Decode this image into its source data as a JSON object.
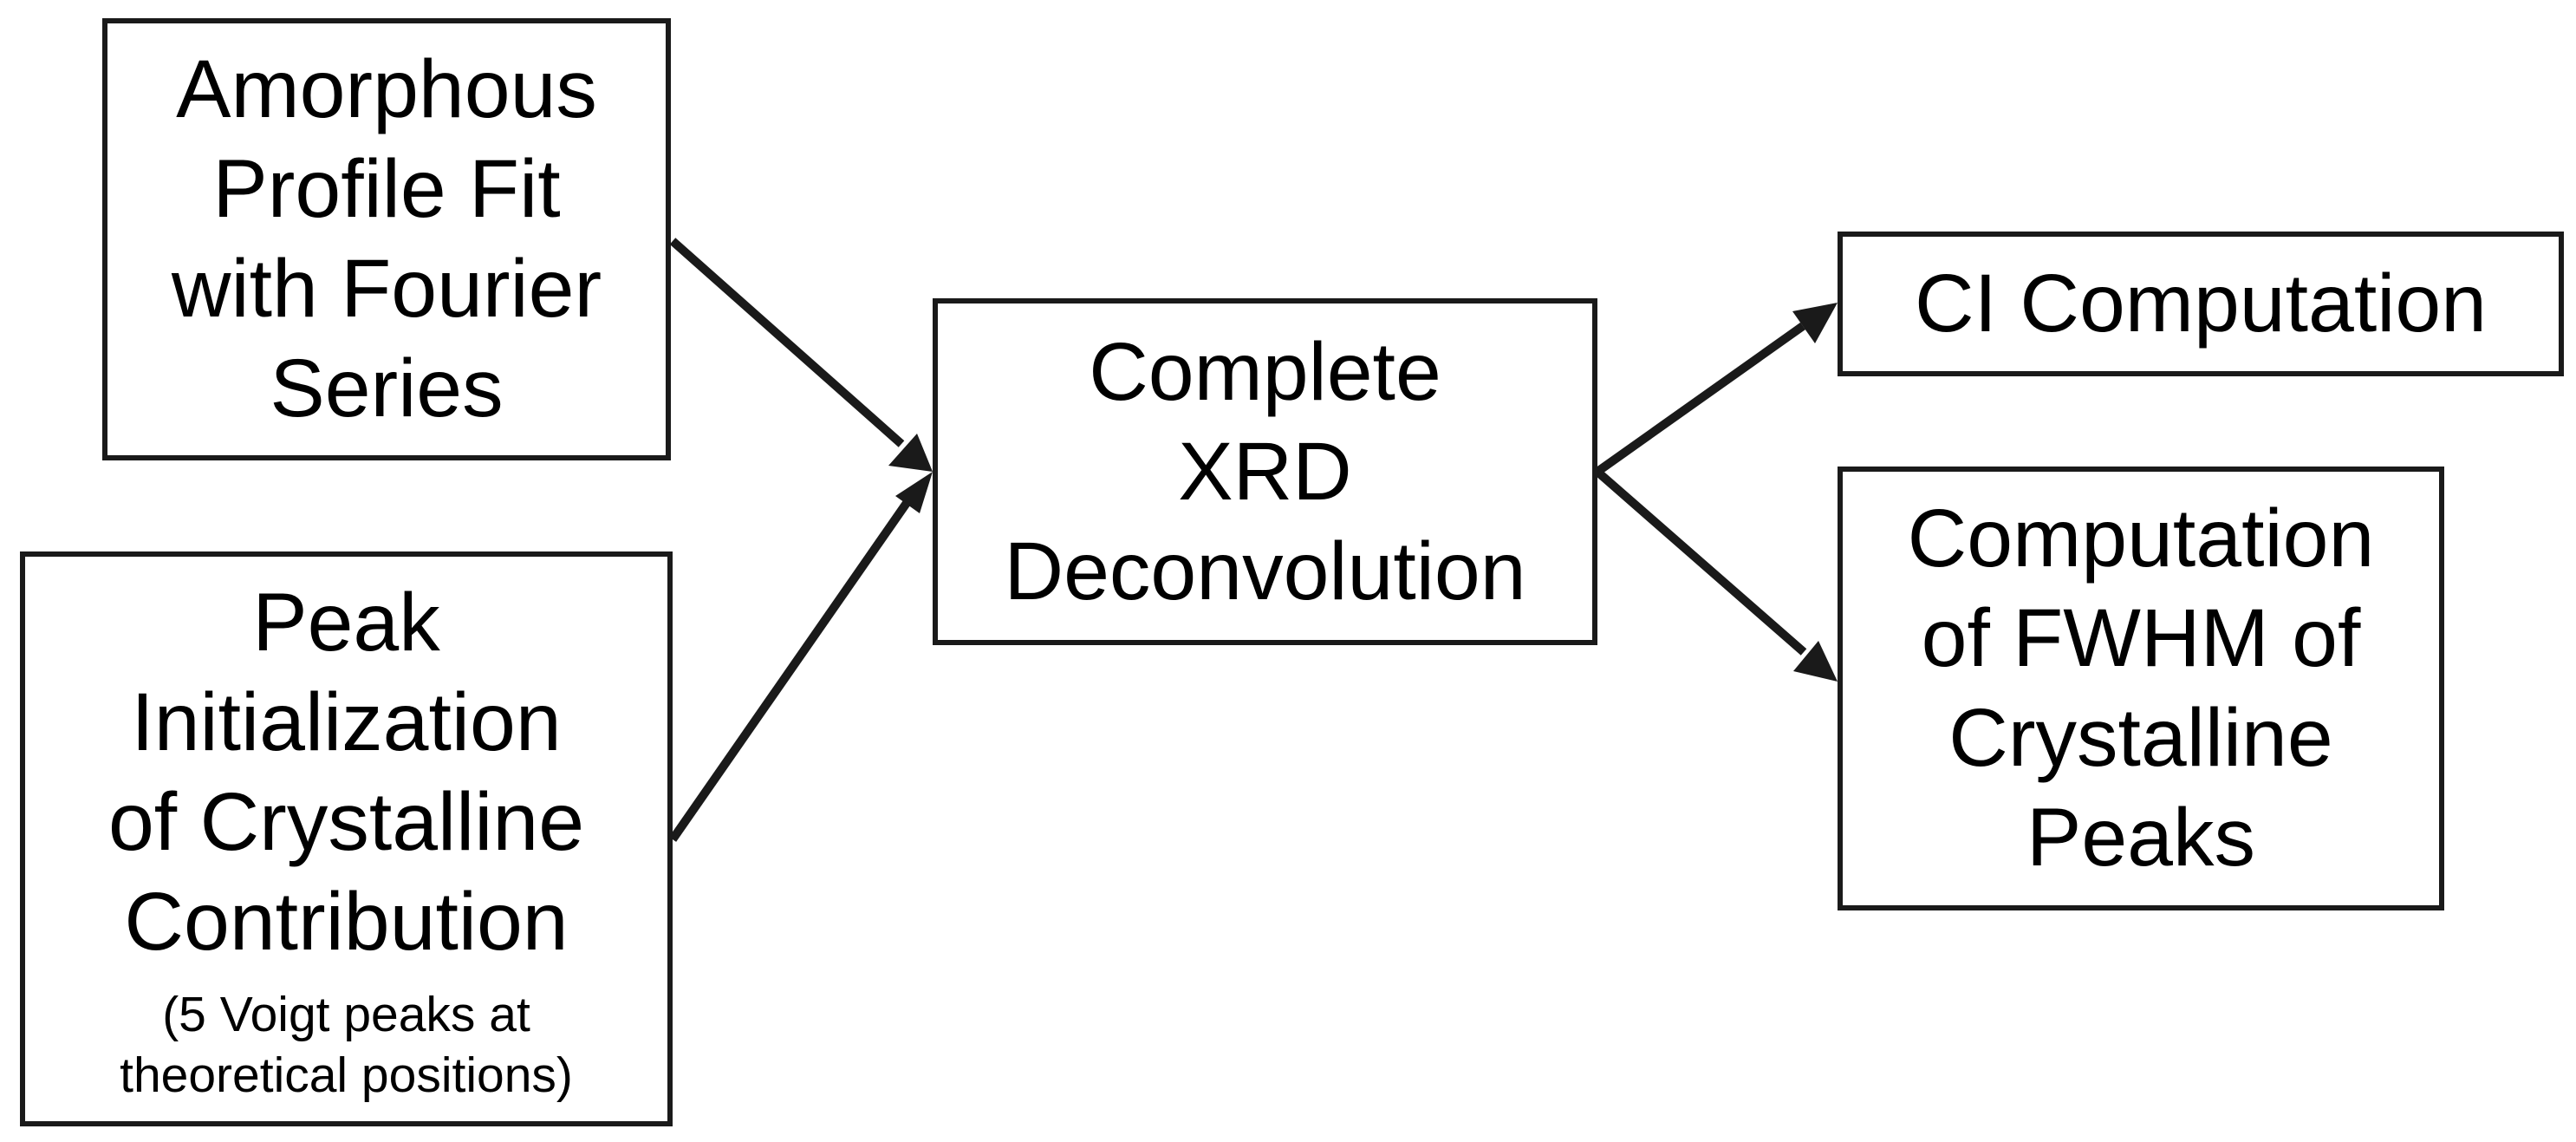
{
  "diagram": {
    "nodes": {
      "amorphous": {
        "lines": [
          "Amorphous",
          "Profile Fit",
          "with Fourier",
          "Series"
        ]
      },
      "peak_init": {
        "lines": [
          "Peak",
          "Initialization",
          "of Crystalline",
          "Contribution"
        ],
        "note_lines": [
          "(5 Voigt peaks at",
          "theoretical positions)"
        ]
      },
      "complete": {
        "lines": [
          "Complete",
          "XRD",
          "Deconvolution"
        ]
      },
      "ci": {
        "lines": [
          "CI Computation"
        ]
      },
      "fwhm": {
        "lines": [
          "Computation",
          "of FWHM of",
          "Crystalline",
          "Peaks"
        ]
      }
    },
    "edges": [
      {
        "from": "amorphous",
        "to": "complete"
      },
      {
        "from": "peak_init",
        "to": "complete"
      },
      {
        "from": "complete",
        "to": "ci"
      },
      {
        "from": "complete",
        "to": "fwhm"
      }
    ],
    "colors": {
      "stroke": "#1a1a1a",
      "background": "#ffffff",
      "text": "#000000"
    }
  }
}
